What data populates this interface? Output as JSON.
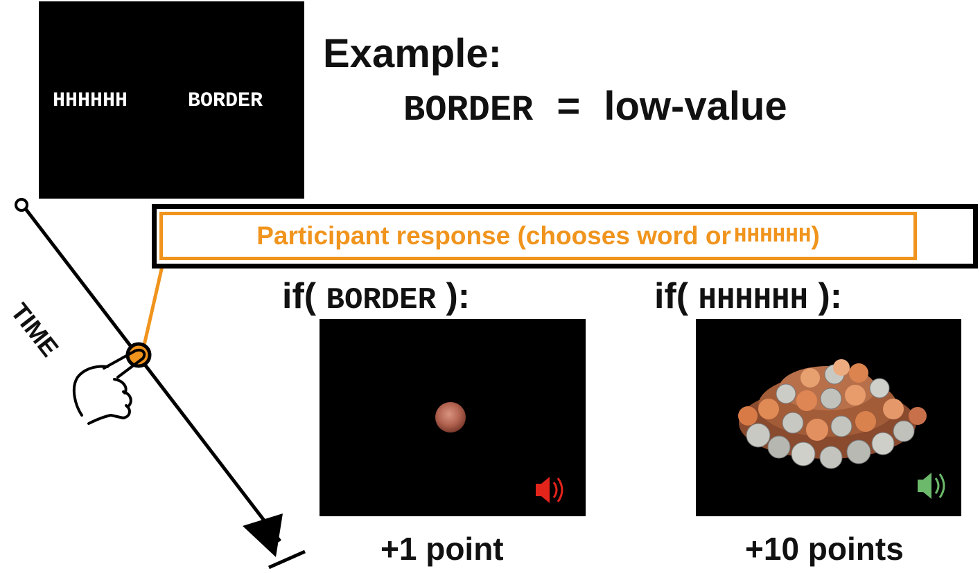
{
  "stimulus": {
    "left_text": "HHHHHH",
    "right_text": "BORDER"
  },
  "example": {
    "title": "Example:",
    "word": "BORDER",
    "equals": "=",
    "value_label": "low-value"
  },
  "response": {
    "label": "Participant response (chooses word or",
    "mono_word": "HHHHHH",
    "close": ")"
  },
  "time_label": "TIME",
  "outcomes": [
    {
      "condition_prefix": "if(",
      "condition_word": "BORDER",
      "condition_suffix": "):",
      "image": "single-penny",
      "sound_icon": "speaker-icon",
      "sound_color": "#e3241b",
      "points_label": "+1 point"
    },
    {
      "condition_prefix": "if(",
      "condition_word": "HHHHHH",
      "condition_suffix": "):",
      "image": "coin-pile",
      "sound_icon": "speaker-icon",
      "sound_color": "#6cb96b",
      "points_label": "+10 points"
    }
  ],
  "colors": {
    "accent_orange": "#f0941d",
    "screen_black": "#000000"
  }
}
